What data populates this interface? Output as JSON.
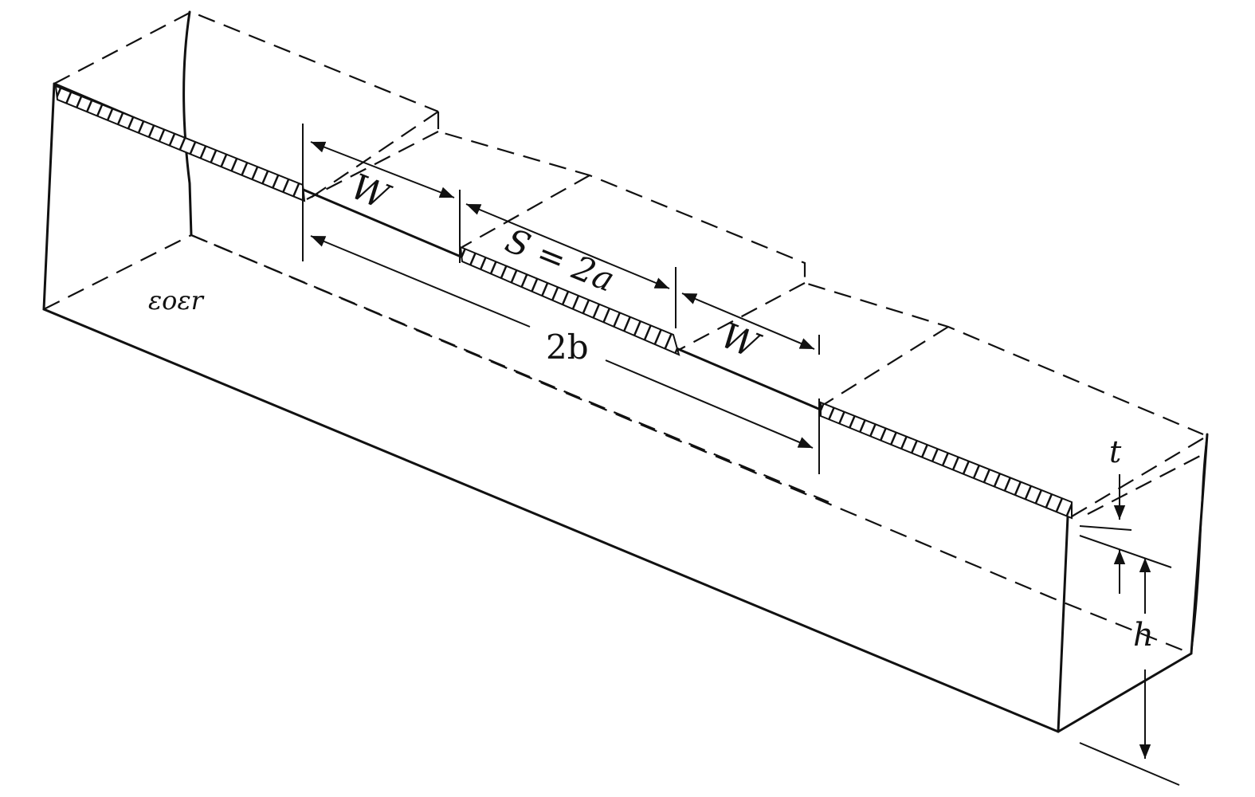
{
  "diagram": {
    "labels": {
      "gap_width_left": "W",
      "strip_width": "S = 2a",
      "gap_width_right": "W",
      "ground_spacing": "2b",
      "permittivity": "εoεr",
      "metal_thickness": "t",
      "substrate_height": "h"
    }
  }
}
